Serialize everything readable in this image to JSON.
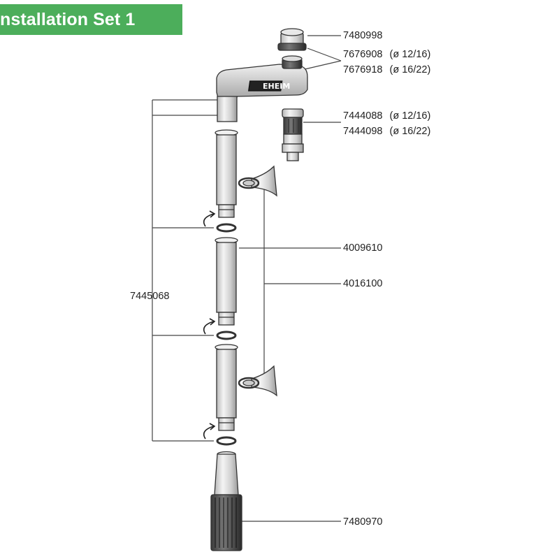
{
  "title": "nstallation Set 1",
  "colors": {
    "banner": "#4cae5b",
    "banner_text": "#ffffff",
    "line": "#333333",
    "text": "#222222"
  },
  "brand_mark": "EHEIM",
  "parts": [
    {
      "id": "cap",
      "number": "7480998"
    },
    {
      "id": "adapter-a",
      "number": "7676908",
      "size": "(ø 12/16)"
    },
    {
      "id": "adapter-b",
      "number": "7676918",
      "size": "(ø 16/22)"
    },
    {
      "id": "connector-a",
      "number": "7444088",
      "size": "(ø 12/16)"
    },
    {
      "id": "connector-b",
      "number": "7444098",
      "size": "(ø 16/22)"
    },
    {
      "id": "tube",
      "number": "4009610"
    },
    {
      "id": "suction-cup",
      "number": "4016100"
    },
    {
      "id": "tube-set",
      "number": "7445068"
    },
    {
      "id": "strainer",
      "number": "7480970"
    }
  ]
}
